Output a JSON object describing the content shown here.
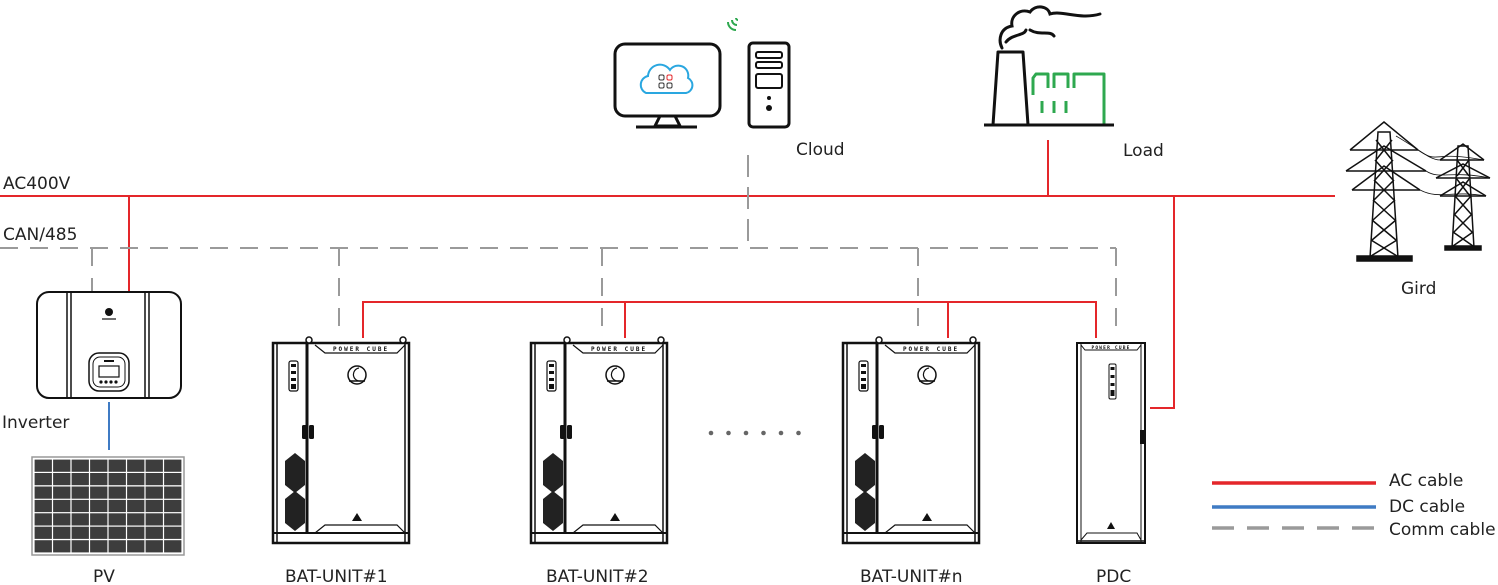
{
  "buses": {
    "ac_label": "AC400V",
    "comm_label": "CAN/485"
  },
  "nodes": {
    "cloud": "Cloud",
    "load": "Load",
    "grid": "Gird",
    "inverter": "Inverter",
    "pv": "PV",
    "bat1": "BAT-UNIT#1",
    "bat2": "BAT-UNIT#2",
    "batn": "BAT-UNIT#n",
    "pdc": "PDC"
  },
  "cabinet_text": "POWER CUBE",
  "ellipsis_dots": 6,
  "legend": [
    {
      "label": "AC cable",
      "color": "#e4262a",
      "style": "solid"
    },
    {
      "label": "DC cable",
      "color": "#3f7bc4",
      "style": "solid"
    },
    {
      "label": "Comm cable",
      "color": "#9a9a9a",
      "style": "dashed"
    }
  ],
  "colors": {
    "ac": "#e4262a",
    "dc": "#3f7bc4",
    "comm": "#9a9a9a",
    "accent_green": "#2ea84f",
    "cloud_blue": "#2aa7e0"
  }
}
